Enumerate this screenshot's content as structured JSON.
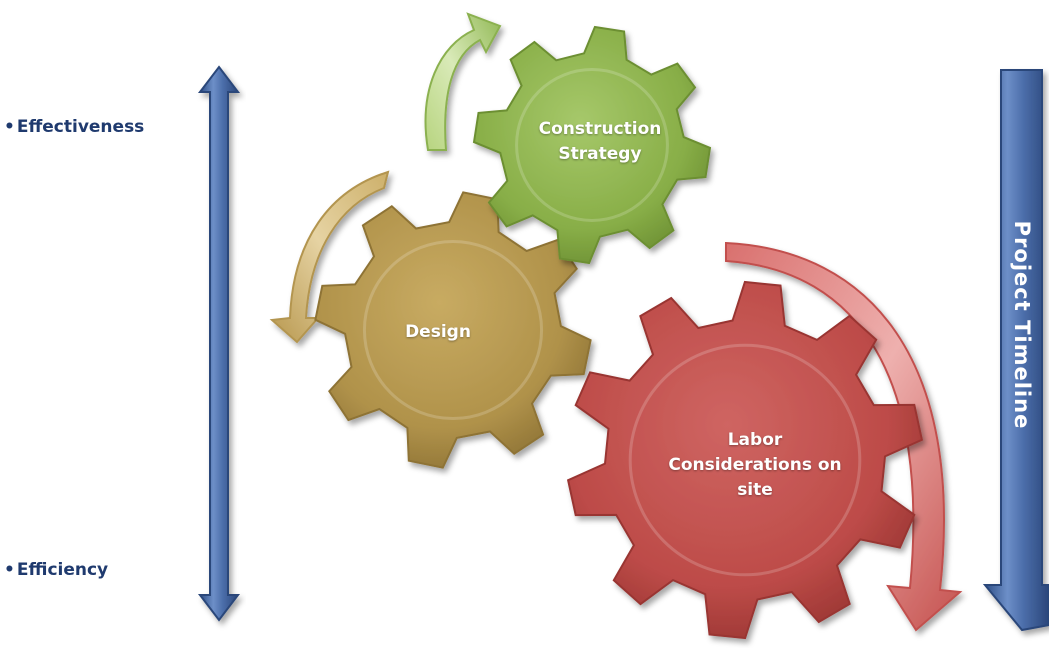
{
  "side_labels": {
    "top": "Effectiveness",
    "bottom": "Efficiency",
    "bullet": "•"
  },
  "gears": {
    "construction": {
      "line1": "Construction",
      "line2": "Strategy",
      "color": "#8cb14c"
    },
    "design": {
      "line1": "Design",
      "color": "#b39548"
    },
    "labor": {
      "line1": "Labor",
      "line2": "Considerations on",
      "line3": "site",
      "color": "#c0504d"
    }
  },
  "timeline": {
    "label": "Project   Timeline",
    "color": "#3b5998"
  },
  "colors": {
    "double_arrow": "#4a6aa3",
    "green_arrow": "#9cc35a",
    "gold_arrow": "#c9a95a",
    "red_arrow": "#d26a68"
  }
}
